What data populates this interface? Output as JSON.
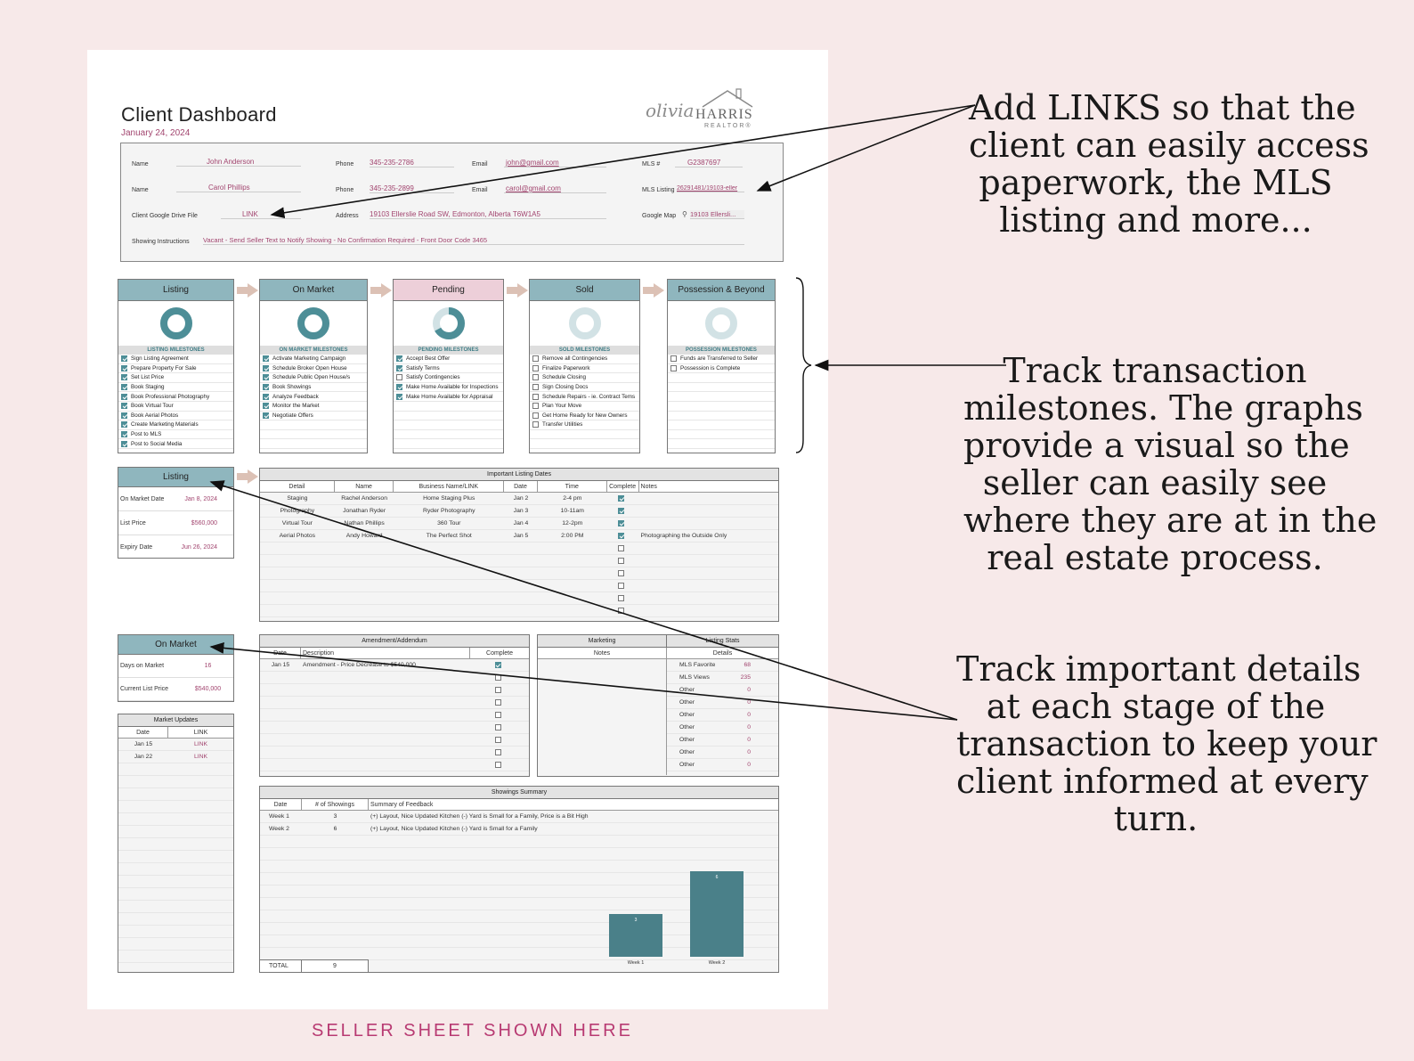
{
  "dashboard": {
    "title": "Client Dashboard",
    "date": "January 24, 2024"
  },
  "logo": {
    "name": "olivia",
    "surname": "HARRIS",
    "tag": "REALTOR®"
  },
  "info": {
    "name_label": "Name",
    "phone_label": "Phone",
    "email_label": "Email",
    "name1": "John Anderson",
    "phone1": "345-235-2786",
    "email1": "john@gmail.com",
    "mls_label": "MLS #",
    "mls": "G2387697",
    "name2": "Carol Phillips",
    "phone2": "345-235-2899",
    "email2": "carol@gmail.com",
    "mls_listing_label": "MLS Listing",
    "mls_listing": "26291481/19103-eller",
    "drive_label": "Client Google Drive File",
    "drive": "LINK",
    "address_label": "Address",
    "address": "19103 Ellerslie Road SW, Edmonton, Alberta T6W1A5",
    "map_label": "Google Map",
    "map": "19103 Ellersli...",
    "showing_label": "Showing Instructions",
    "showing": "Vacant - Send Seller Text to Notify Showing - No Confirmation Required - Front Door Code 3465"
  },
  "stages": [
    {
      "title": "Listing",
      "header_color": "#8fb6be",
      "milestones_title": "LISTING MILESTONES",
      "progress": 1.0,
      "ring_color": "#4d8e97",
      "items": [
        {
          "label": "Sign Listing Agreement",
          "done": true
        },
        {
          "label": "Prepare Property For Sale",
          "done": true
        },
        {
          "label": "Set List Price",
          "done": true
        },
        {
          "label": "Book Staging",
          "done": true
        },
        {
          "label": "Book Professional Photography",
          "done": true
        },
        {
          "label": "Book Virtual Tour",
          "done": true
        },
        {
          "label": "Book Aerial Photos",
          "done": true
        },
        {
          "label": "Create Marketing Materials",
          "done": true
        },
        {
          "label": "Post to MLS",
          "done": true
        },
        {
          "label": "Post to Social Media",
          "done": true
        }
      ]
    },
    {
      "title": "On Market",
      "header_color": "#8fb6be",
      "milestones_title": "ON MARKET MILESTONES",
      "progress": 1.0,
      "ring_color": "#4d8e97",
      "items": [
        {
          "label": "Activate Marketing Campaign",
          "done": true
        },
        {
          "label": "Schedule Broker Open House",
          "done": true
        },
        {
          "label": "Schedule Public Open House/s",
          "done": true
        },
        {
          "label": "Book Showings",
          "done": true
        },
        {
          "label": "Analyze Feedback",
          "done": true
        },
        {
          "label": "Monitor the Market",
          "done": true
        },
        {
          "label": "Negotiate Offers",
          "done": true
        }
      ]
    },
    {
      "title": "Pending",
      "header_color": "#edcfd9",
      "milestones_title": "PENDING MILESTONES",
      "progress": 0.67,
      "ring_color": "#4d8e97",
      "items": [
        {
          "label": "Accept Best Offer",
          "done": true
        },
        {
          "label": "Satisfy Terms",
          "done": true
        },
        {
          "label": "Satisfy Contingencies",
          "done": false
        },
        {
          "label": "Make Home Available for Inspections",
          "done": true
        },
        {
          "label": "Make Home Available for Appraisal",
          "done": true
        }
      ]
    },
    {
      "title": "Sold",
      "header_color": "#8fb6be",
      "milestones_title": "SOLD MILESTONES",
      "progress": 0,
      "ring_color": "#4d8e97",
      "items": [
        {
          "label": "Remove all Contingencies",
          "done": false
        },
        {
          "label": "Finalize Paperwork",
          "done": false
        },
        {
          "label": "Schedule Closing",
          "done": false
        },
        {
          "label": "Sign Closing Docs",
          "done": false
        },
        {
          "label": "Schedule Repairs - ie. Contract Tems",
          "done": false
        },
        {
          "label": "Plan Your Move",
          "done": false
        },
        {
          "label": "Get Home Ready for New Owners",
          "done": false
        },
        {
          "label": "Transfer Utilities",
          "done": false
        }
      ]
    },
    {
      "title": "Possession & Beyond",
      "header_color": "#8fb6be",
      "milestones_title": "POSSESSION MILESTONES",
      "progress": 0,
      "ring_color": "#4d8e97",
      "items": [
        {
          "label": "Funds are Transferred to Seller",
          "done": false
        },
        {
          "label": "Possession is Complete",
          "done": false
        }
      ]
    }
  ],
  "listing_panel": {
    "title": "Listing",
    "rows": [
      {
        "label": "On Market Date",
        "value": "Jan 8, 2024"
      },
      {
        "label": "List Price",
        "value": "$560,000"
      },
      {
        "label": "Expiry Date",
        "value": "Jun 26, 2024"
      }
    ]
  },
  "listing_dates": {
    "title": "Important Listing Dates",
    "columns": [
      "Detail",
      "Name",
      "Business Name/LINK",
      "Date",
      "Time",
      "Complete",
      "Notes"
    ],
    "rows": [
      {
        "detail": "Staging",
        "name": "Rachel Anderson",
        "business": "Home Staging Plus",
        "date": "Jan 2",
        "time": "2-4 pm",
        "done": true,
        "notes": ""
      },
      {
        "detail": "Photography",
        "name": "Jonathan Ryder",
        "business": "Ryder Photography",
        "date": "Jan 3",
        "time": "10-11am",
        "done": true,
        "notes": ""
      },
      {
        "detail": "Virtual Tour",
        "name": "Nathan Phillips",
        "business": "360 Tour",
        "date": "Jan 4",
        "time": "12-2pm",
        "done": true,
        "notes": ""
      },
      {
        "detail": "Aerial Photos",
        "name": "Andy Howard",
        "business": "The Perfect Shot",
        "date": "Jan 5",
        "time": "2:00 PM",
        "done": true,
        "notes": "Photographing the Outside Only"
      }
    ],
    "empty_rows": 6
  },
  "onmarket_panel": {
    "title": "On Market",
    "rows": [
      {
        "label": "Days on Market",
        "value": "16"
      },
      {
        "label": "Current List Price",
        "value": "$540,000"
      }
    ]
  },
  "market_updates": {
    "title": "Market Updates",
    "columns": [
      "Date",
      "LINK"
    ],
    "rows": [
      {
        "date": "Jan 15",
        "link": "LINK"
      },
      {
        "date": "Jan 22",
        "link": "LINK"
      }
    ]
  },
  "amendment": {
    "title": "Amendment/Addendum",
    "columns": [
      "Date",
      "Description",
      "Complete"
    ],
    "rows": [
      {
        "date": "Jan 15",
        "description": "Amendment - Price Decrease to $540,000",
        "done": true
      }
    ],
    "empty_rows": 8
  },
  "marketing": {
    "title": "Marketing",
    "notes_label": "Notes"
  },
  "listing_stats": {
    "title": "Listing Stats",
    "details_label": "Details",
    "rows": [
      {
        "label": "MLS Favorite",
        "value": "68"
      },
      {
        "label": "MLS Views",
        "value": "235"
      },
      {
        "label": "Other",
        "value": "0"
      },
      {
        "label": "Other",
        "value": "0"
      },
      {
        "label": "Other",
        "value": "0"
      },
      {
        "label": "Other",
        "value": "0"
      },
      {
        "label": "Other",
        "value": "0"
      },
      {
        "label": "Other",
        "value": "0"
      },
      {
        "label": "Other",
        "value": "0"
      }
    ]
  },
  "showings": {
    "title": "Showings Summary",
    "columns": [
      "Date",
      "# of Showings",
      "Summary of Feedback"
    ],
    "rows": [
      {
        "date": "Week 1",
        "count": "3",
        "feedback": "(+) Layout, Nice Updated Kitchen (-) Yard is Small for a Family, Price is a Bit High"
      },
      {
        "date": "Week 2",
        "count": "6",
        "feedback": "(+) Layout, Nice Updated Kitchen (-) Yard is Small for a Family"
      }
    ],
    "total_label": "TOTAL",
    "total": "9"
  },
  "chart_data": {
    "type": "bar",
    "categories": [
      "Week 1",
      "Week 2"
    ],
    "values": [
      3,
      6
    ],
    "data_labels": [
      "3",
      "6"
    ],
    "ylim": [
      0,
      6
    ],
    "bar_color": "#4a8089",
    "grid": false
  },
  "annotations": {
    "links": [
      "Add LINKS so that the",
      "client can easily access",
      "paperwork, the MLS",
      "listing and more..."
    ],
    "milestones": [
      "Track transaction",
      "milestones. The graphs",
      "provide a visual so the",
      "seller can easily see",
      "where they are at in the",
      "real estate process."
    ],
    "details": [
      "Track important details",
      "at each stage of the",
      "transaction to keep your",
      "client informed at every",
      "turn."
    ]
  },
  "footer": "SELLER SHEET SHOWN HERE"
}
